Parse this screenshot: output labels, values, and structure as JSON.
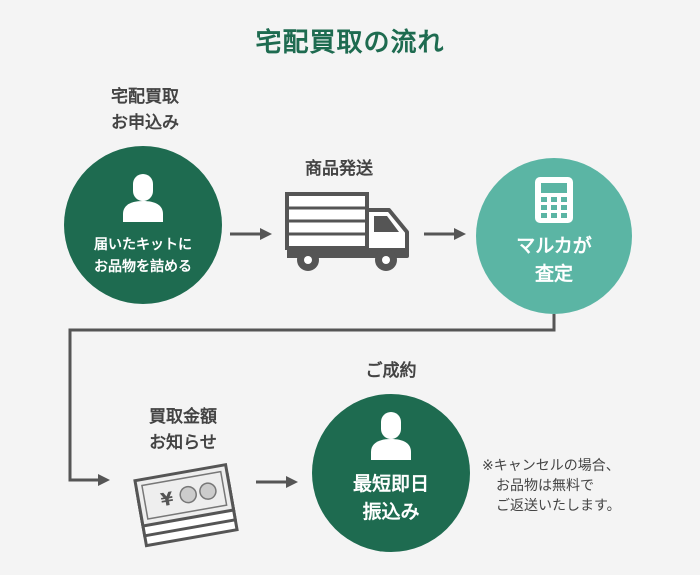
{
  "title": "宅配買取の流れ",
  "steps": {
    "apply": {
      "label_lines": [
        "宅配買取",
        "お申込み"
      ],
      "circle_lines": [
        "届いたキットに",
        "お品物を詰める"
      ],
      "icon": "person-icon"
    },
    "ship": {
      "label": "商品発送",
      "icon": "truck-icon"
    },
    "appraise": {
      "circle_lines": [
        "マルカが",
        "査定"
      ],
      "icon": "calculator-icon"
    },
    "notice": {
      "label_lines": [
        "買取金額",
        "お知らせ"
      ],
      "icon": "banknotes-icon",
      "currency_symbol": "¥"
    },
    "deal": {
      "label": "ご成約",
      "circle_lines": [
        "最短即日",
        "振込み"
      ],
      "icon": "person-icon"
    }
  },
  "note_lines": [
    "※キャンセルの場合、",
    "　お品物は無料で",
    "　ご返送いたします。"
  ],
  "colors": {
    "dark_green": "#1e6b50",
    "teal": "#5bb5a4",
    "gray": "#555555",
    "background": "#f4f4f4"
  }
}
